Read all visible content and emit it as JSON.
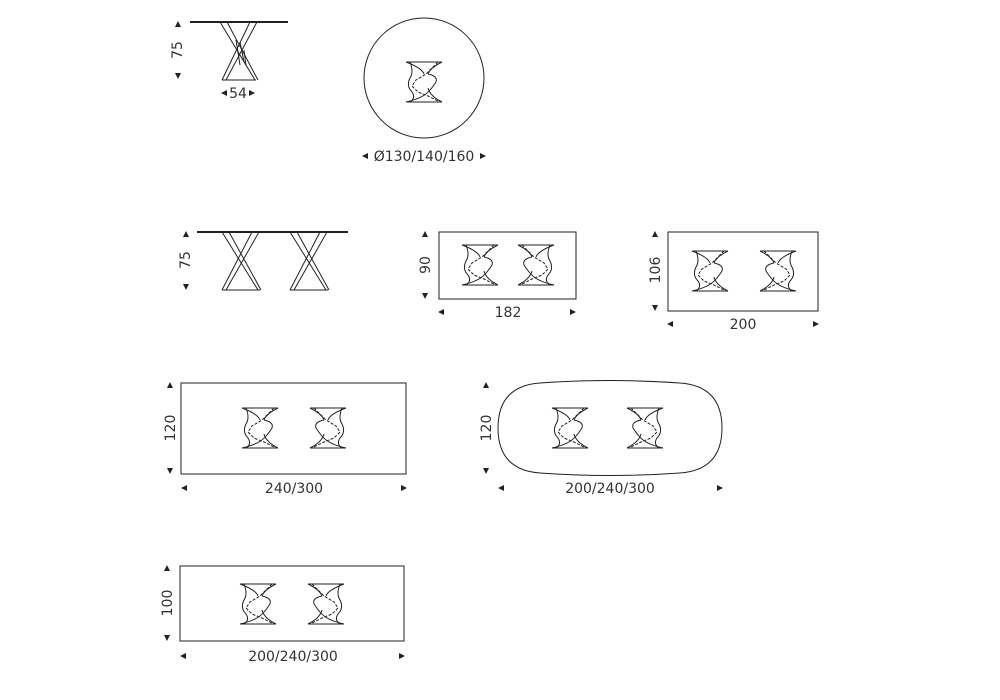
{
  "views": {
    "side_single": {
      "height": "75",
      "width": "54"
    },
    "round": {
      "diameter": "Ø130/140/160"
    },
    "side_double": {
      "height": "75"
    },
    "rect_182": {
      "depth": "90",
      "length": "182"
    },
    "rect_200": {
      "depth": "106",
      "length": "200"
    },
    "rect_240": {
      "depth": "120",
      "length": "240/300"
    },
    "oval": {
      "depth": "120",
      "length": "200/240/300"
    },
    "rect_100": {
      "depth": "100",
      "length": "200/240/300"
    }
  }
}
